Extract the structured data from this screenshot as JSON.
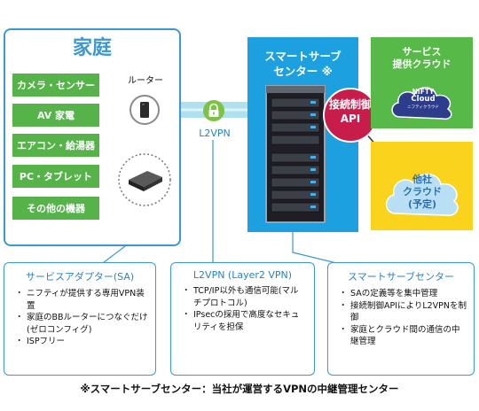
{
  "home": {
    "title": "家庭",
    "devices": [
      "カメラ・センサー",
      "AV 家電",
      "エアコン・給湯器",
      "PC・タブレット",
      "その他の機器"
    ],
    "router_label": "ルーター"
  },
  "l2vpn_label": "L2VPN",
  "center": {
    "title_line1": "スマートサーブ",
    "title_line2": "センター ※"
  },
  "api": {
    "line1": "接続制御",
    "line2": "API"
  },
  "service_cloud": {
    "title_line1": "サービス",
    "title_line2": "提供クラウド",
    "logo_line1": "NIFTY",
    "logo_line2": "Cloud",
    "logo_line3": "ニフティクラウド"
  },
  "other_cloud": {
    "line1": "他社",
    "line2": "クラウド",
    "line3": "(予定)"
  },
  "boxes": {
    "sa": {
      "title": "サービスアダプター(SA)",
      "items": [
        "ニフティが提供する専用VPN装置",
        "家庭のBBルーターにつなぐだけ(ゼロコンフィグ)",
        "ISPフリー"
      ]
    },
    "l2vpn": {
      "title": "L2VPN (Layer2 VPN)",
      "items": [
        "TCP/IP以外も通信可能(マルチプロトコル)",
        "IPsecの採用で高度なセキュリティを担保"
      ]
    },
    "center": {
      "title": "スマートサーブセンター",
      "items": [
        "SAの定義等を集中管理",
        "接続制御APIによりL2VPNを制御",
        "家庭とクラウド間の通信の中継管理"
      ]
    }
  },
  "footer": "※スマートサーブセンター：当社が運営するVPNの中継管理センター",
  "colors": {
    "home_border": "#3a98d3",
    "device_green": "#55b34a",
    "center_blue": "#1da0df",
    "cloud_green": "#57b947",
    "cloud_yellow": "#f9d31c",
    "api_red": "#c81d4b",
    "vpn_tube": "#aee0ee"
  }
}
